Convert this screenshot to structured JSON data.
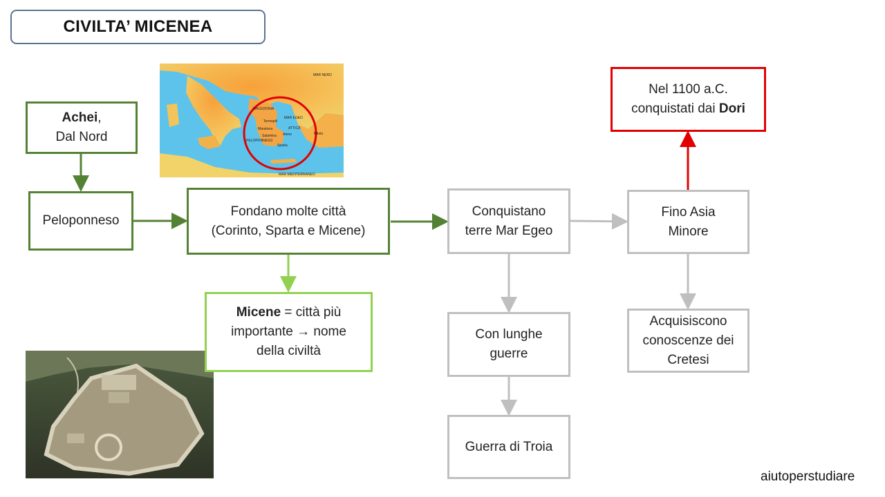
{
  "title": "CIVILTA’ MICENEA",
  "nodes": {
    "achei": {
      "bold": "Achei",
      "rest": ",",
      "line2": "Dal Nord"
    },
    "peloponneso": "Peloponneso",
    "fondano": {
      "line1": "Fondano molte città",
      "line2": "(Corinto, Sparta e Micene)"
    },
    "micene": {
      "bold": "Micene",
      "rest1": " = città più",
      "line2a": "importante ",
      "arrow": "→",
      "line2b": " nome",
      "line3": "della civiltà"
    },
    "conquistano": {
      "line1": "Conquistano",
      "line2": "terre Mar Egeo"
    },
    "lunghe": {
      "line1": "Con lunghe",
      "line2": "guerre"
    },
    "troia": "Guerra di Troia",
    "asia": {
      "line1": "Fino Asia",
      "line2": "Minore"
    },
    "cretesi": {
      "line1": "Acquisiscono",
      "line2": "conoscenze dei",
      "line3": "Cretesi"
    },
    "dori": {
      "line1": "Nel 1100 a.C.",
      "line2a": "conquistati dai ",
      "bold": "Dori"
    }
  },
  "map_labels": {
    "macedonia": "MACEDONIA",
    "mar_egeo": "MAR EGEO",
    "termopili": "Termopili",
    "maratona": "Maratona",
    "attica": "ATTICA",
    "salamina": "Salamina",
    "atene": "Atene",
    "peloponneso": "PELOPONNESO",
    "sparta": "Sparta",
    "mileto": "Mileto",
    "mar_nero": "MAR NERO",
    "mar_mediterraneo": "MAR MEDITERRANEO"
  },
  "credit": "aiutoperstudiare",
  "colors": {
    "dark_green": "#548235",
    "light_green": "#92d050",
    "grey": "#bfbfbf",
    "red": "#e00000"
  }
}
